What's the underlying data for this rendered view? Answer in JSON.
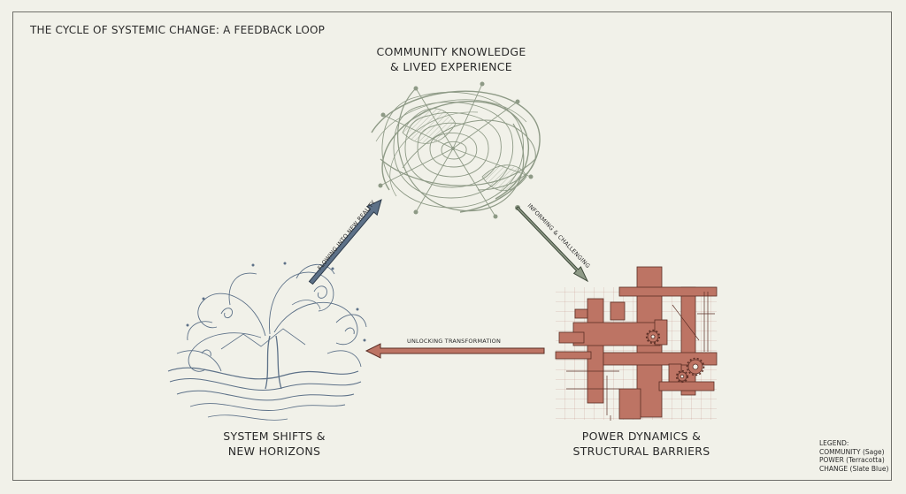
{
  "title": "THE CYCLE OF SYSTEMIC CHANGE: A FEEDBACK LOOP",
  "nodes": {
    "community": {
      "line1": "COMMUNITY KNOWLEDGE",
      "line2": "& LIVED EXPERIENCE",
      "color": "#8e9a86"
    },
    "power": {
      "line1": "POWER DYNAMICS &",
      "line2": "STRUCTURAL BARRIERS",
      "color": "#b06a5a"
    },
    "change": {
      "line1": "SYSTEM SHIFTS &",
      "line2": "NEW HORIZONS",
      "color": "#5d7188"
    }
  },
  "edges": {
    "community_to_power": {
      "label": "INFORMING & CHALLENGING",
      "color": "#8e9a86"
    },
    "power_to_change": {
      "label": "UNLOCKING TRANSFORMATION",
      "color": "#b06a5a"
    },
    "change_to_community": {
      "label": "FLOWING INTO NEW REALITY",
      "color": "#5d7188"
    }
  },
  "legend": {
    "heading": "LEGEND:",
    "items": [
      "COMMUNITY (Sage)",
      "POWER (Terracotta)",
      "CHANGE (Slate Blue)"
    ]
  }
}
